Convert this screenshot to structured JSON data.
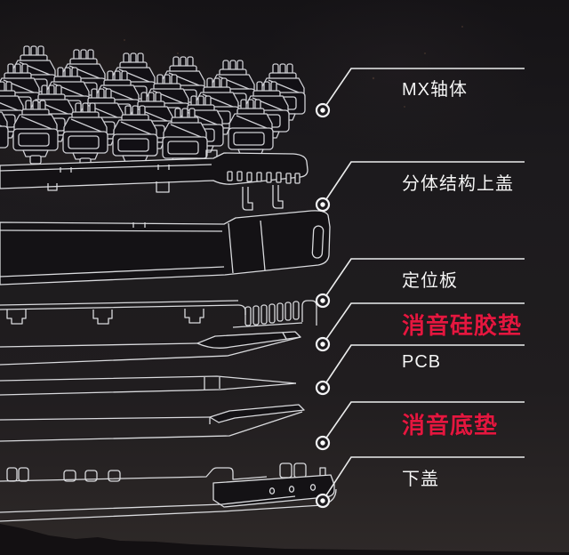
{
  "page": {
    "background_color": "#1c1a1d",
    "line_color": "#dcdcdf",
    "accent_red": "#e4173f",
    "label_white": "#f5f5f5"
  },
  "diagram": {
    "subject": "mechanical-keyboard-exploded-view",
    "parts": [
      "mx-switches",
      "split-structure-top-cover",
      "positioning-plate",
      "silencing-silicone-pad",
      "pcb",
      "silencing-bottom-pad",
      "bottom-cover"
    ]
  },
  "callouts": {
    "items": [
      {
        "label": "MX轴体",
        "color": "#f5f5f5",
        "emphasis": false
      },
      {
        "label": "分体结构上盖",
        "color": "#f5f5f5",
        "emphasis": false
      },
      {
        "label": "定位板",
        "color": "#f5f5f5",
        "emphasis": false
      },
      {
        "label": "消音硅胶垫",
        "color": "#e4173f",
        "emphasis": true
      },
      {
        "label": "PCB",
        "color": "#f5f5f5",
        "emphasis": false
      },
      {
        "label": "消音底垫",
        "color": "#e4173f",
        "emphasis": true
      },
      {
        "label": "下盖",
        "color": "#f5f5f5",
        "emphasis": false
      }
    ]
  }
}
